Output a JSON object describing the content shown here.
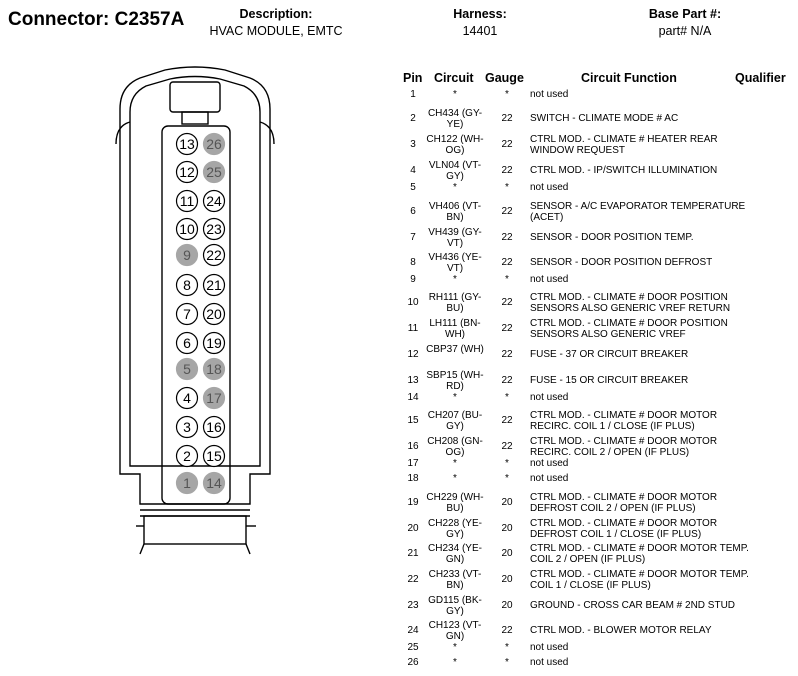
{
  "header": {
    "connector": "Connector: C2357A",
    "description_label": "Description:",
    "description_value": "HVAC MODULE, EMTC",
    "harness_label": "Harness:",
    "harness_value": "14401",
    "base_part_label": "Base Part #:",
    "base_part_value": "part# N/A"
  },
  "columns": {
    "pin": "Pin",
    "circuit": "Circuit",
    "gauge": "Gauge",
    "function": "Circuit Function",
    "qualifier": "Qualifier"
  },
  "connector_pins": {
    "left": [
      "13",
      "12",
      "11",
      "10",
      "9",
      "8",
      "7",
      "6",
      "5",
      "4",
      "3",
      "2",
      "1"
    ],
    "right": [
      "26",
      "25",
      "24",
      "23",
      "22",
      "21",
      "20",
      "19",
      "18",
      "17",
      "16",
      "15",
      "14"
    ],
    "unused": [
      "1",
      "5",
      "9",
      "14",
      "17",
      "18",
      "25",
      "26"
    ]
  },
  "pins": [
    {
      "pin": "1",
      "circuit": "*",
      "gauge": "*",
      "function": "not used"
    },
    {
      "pin": "2",
      "circuit": "CH434 (GY-YE)",
      "gauge": "22",
      "function": "SWITCH - CLIMATE MODE # AC"
    },
    {
      "pin": "3",
      "circuit": "CH122 (WH-OG)",
      "gauge": "22",
      "function": "CTRL MOD. - CLIMATE # HEATER REAR WINDOW REQUEST"
    },
    {
      "pin": "4",
      "circuit": "VLN04 (VT-GY)",
      "gauge": "22",
      "function": "CTRL MOD. - IP/SWITCH ILLUMINATION"
    },
    {
      "pin": "5",
      "circuit": "*",
      "gauge": "*",
      "function": "not used"
    },
    {
      "pin": "6",
      "circuit": "VH406 (VT-BN)",
      "gauge": "22",
      "function": "SENSOR - A/C EVAPORATOR TEMPERATURE (ACET)"
    },
    {
      "pin": "7",
      "circuit": "VH439 (GY-VT)",
      "gauge": "22",
      "function": "SENSOR - DOOR POSITION TEMP."
    },
    {
      "pin": "8",
      "circuit": "VH436 (YE-VT)",
      "gauge": "22",
      "function": "SENSOR - DOOR POSITION DEFROST"
    },
    {
      "pin": "9",
      "circuit": "*",
      "gauge": "*",
      "function": "not used"
    },
    {
      "pin": "10",
      "circuit": "RH111 (GY-BU)",
      "gauge": "22",
      "function": "CTRL MOD. - CLIMATE # DOOR POSITION SENSORS ALSO GENERIC VREF RETURN"
    },
    {
      "pin": "11",
      "circuit": "LH111 (BN-WH)",
      "gauge": "22",
      "function": "CTRL MOD. - CLIMATE # DOOR POSITION SENSORS ALSO GENERIC VREF"
    },
    {
      "pin": "12",
      "circuit": "CBP37 (WH)",
      "gauge": "22",
      "function": "FUSE - 37 OR CIRCUIT BREAKER"
    },
    {
      "pin": "13",
      "circuit": "SBP15 (WH-RD)",
      "gauge": "22",
      "function": "FUSE - 15 OR CIRCUIT BREAKER"
    },
    {
      "pin": "14",
      "circuit": "*",
      "gauge": "*",
      "function": "not used"
    },
    {
      "pin": "15",
      "circuit": "CH207 (BU-GY)",
      "gauge": "22",
      "function": "CTRL MOD. - CLIMATE # DOOR MOTOR RECIRC. COIL 1 / CLOSE (IF PLUS)"
    },
    {
      "pin": "16",
      "circuit": "CH208 (GN-OG)",
      "gauge": "22",
      "function": "CTRL MOD. - CLIMATE # DOOR MOTOR RECIRC. COIL 2 / OPEN (IF PLUS)"
    },
    {
      "pin": "17",
      "circuit": "*",
      "gauge": "*",
      "function": "not used"
    },
    {
      "pin": "18",
      "circuit": "*",
      "gauge": "*",
      "function": "not used"
    },
    {
      "pin": "19",
      "circuit": "CH229 (WH-BU)",
      "gauge": "20",
      "function": "CTRL MOD. - CLIMATE # DOOR MOTOR DEFROST COIL 2 / OPEN (IF PLUS)"
    },
    {
      "pin": "20",
      "circuit": "CH228 (YE-GY)",
      "gauge": "20",
      "function": "CTRL MOD. - CLIMATE # DOOR MOTOR DEFROST COIL 1 / CLOSE (IF PLUS)"
    },
    {
      "pin": "21",
      "circuit": "CH234 (YE-GN)",
      "gauge": "20",
      "function": "CTRL MOD. - CLIMATE # DOOR MOTOR TEMP. COIL 2 / OPEN (IF PLUS)"
    },
    {
      "pin": "22",
      "circuit": "CH233 (VT-BN)",
      "gauge": "20",
      "function": "CTRL MOD. - CLIMATE # DOOR MOTOR TEMP. COIL 1 / CLOSE (IF PLUS)"
    },
    {
      "pin": "23",
      "circuit": "GD115 (BK-GY)",
      "gauge": "20",
      "function": "GROUND - CROSS CAR BEAM # 2ND STUD"
    },
    {
      "pin": "24",
      "circuit": "CH123 (VT-GN)",
      "gauge": "22",
      "function": "CTRL MOD. - BLOWER MOTOR RELAY"
    },
    {
      "pin": "25",
      "circuit": "*",
      "gauge": "*",
      "function": "not used"
    },
    {
      "pin": "26",
      "circuit": "*",
      "gauge": "*",
      "function": "not used"
    }
  ],
  "colors": {
    "unused_pin_fill": "#a6a6a6",
    "used_pin_fill": "#ffffff"
  }
}
